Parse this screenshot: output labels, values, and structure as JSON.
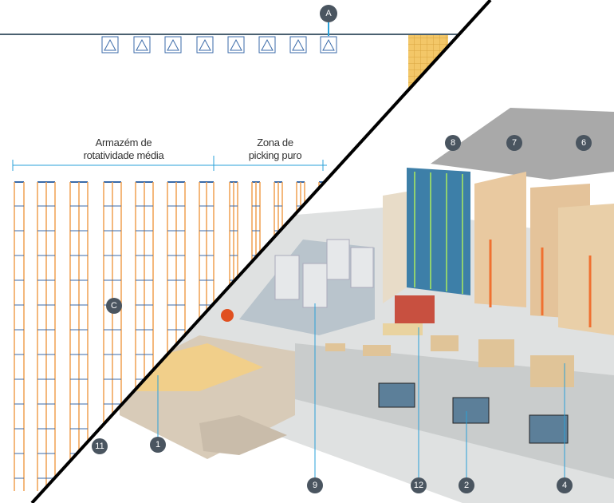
{
  "plan": {
    "zone_medium": [
      "Armazém de",
      "rotatividade média"
    ],
    "zone_picking": [
      "Zona de",
      "picking puro"
    ]
  },
  "markers": {
    "A": "A",
    "C": "C",
    "m8": "8",
    "m7": "7",
    "m6": "6",
    "m11": "11",
    "m1": "1",
    "m9": "9",
    "m12": "12",
    "m2": "2",
    "m4": "4"
  },
  "colors": {
    "rack_orange": "#f0a050",
    "rack_blue": "#3a6aa8",
    "dim_line": "#2aa0d8",
    "marker": "#4a5560",
    "floor": "#d9dcdc",
    "roof": "#a8a8a8"
  }
}
